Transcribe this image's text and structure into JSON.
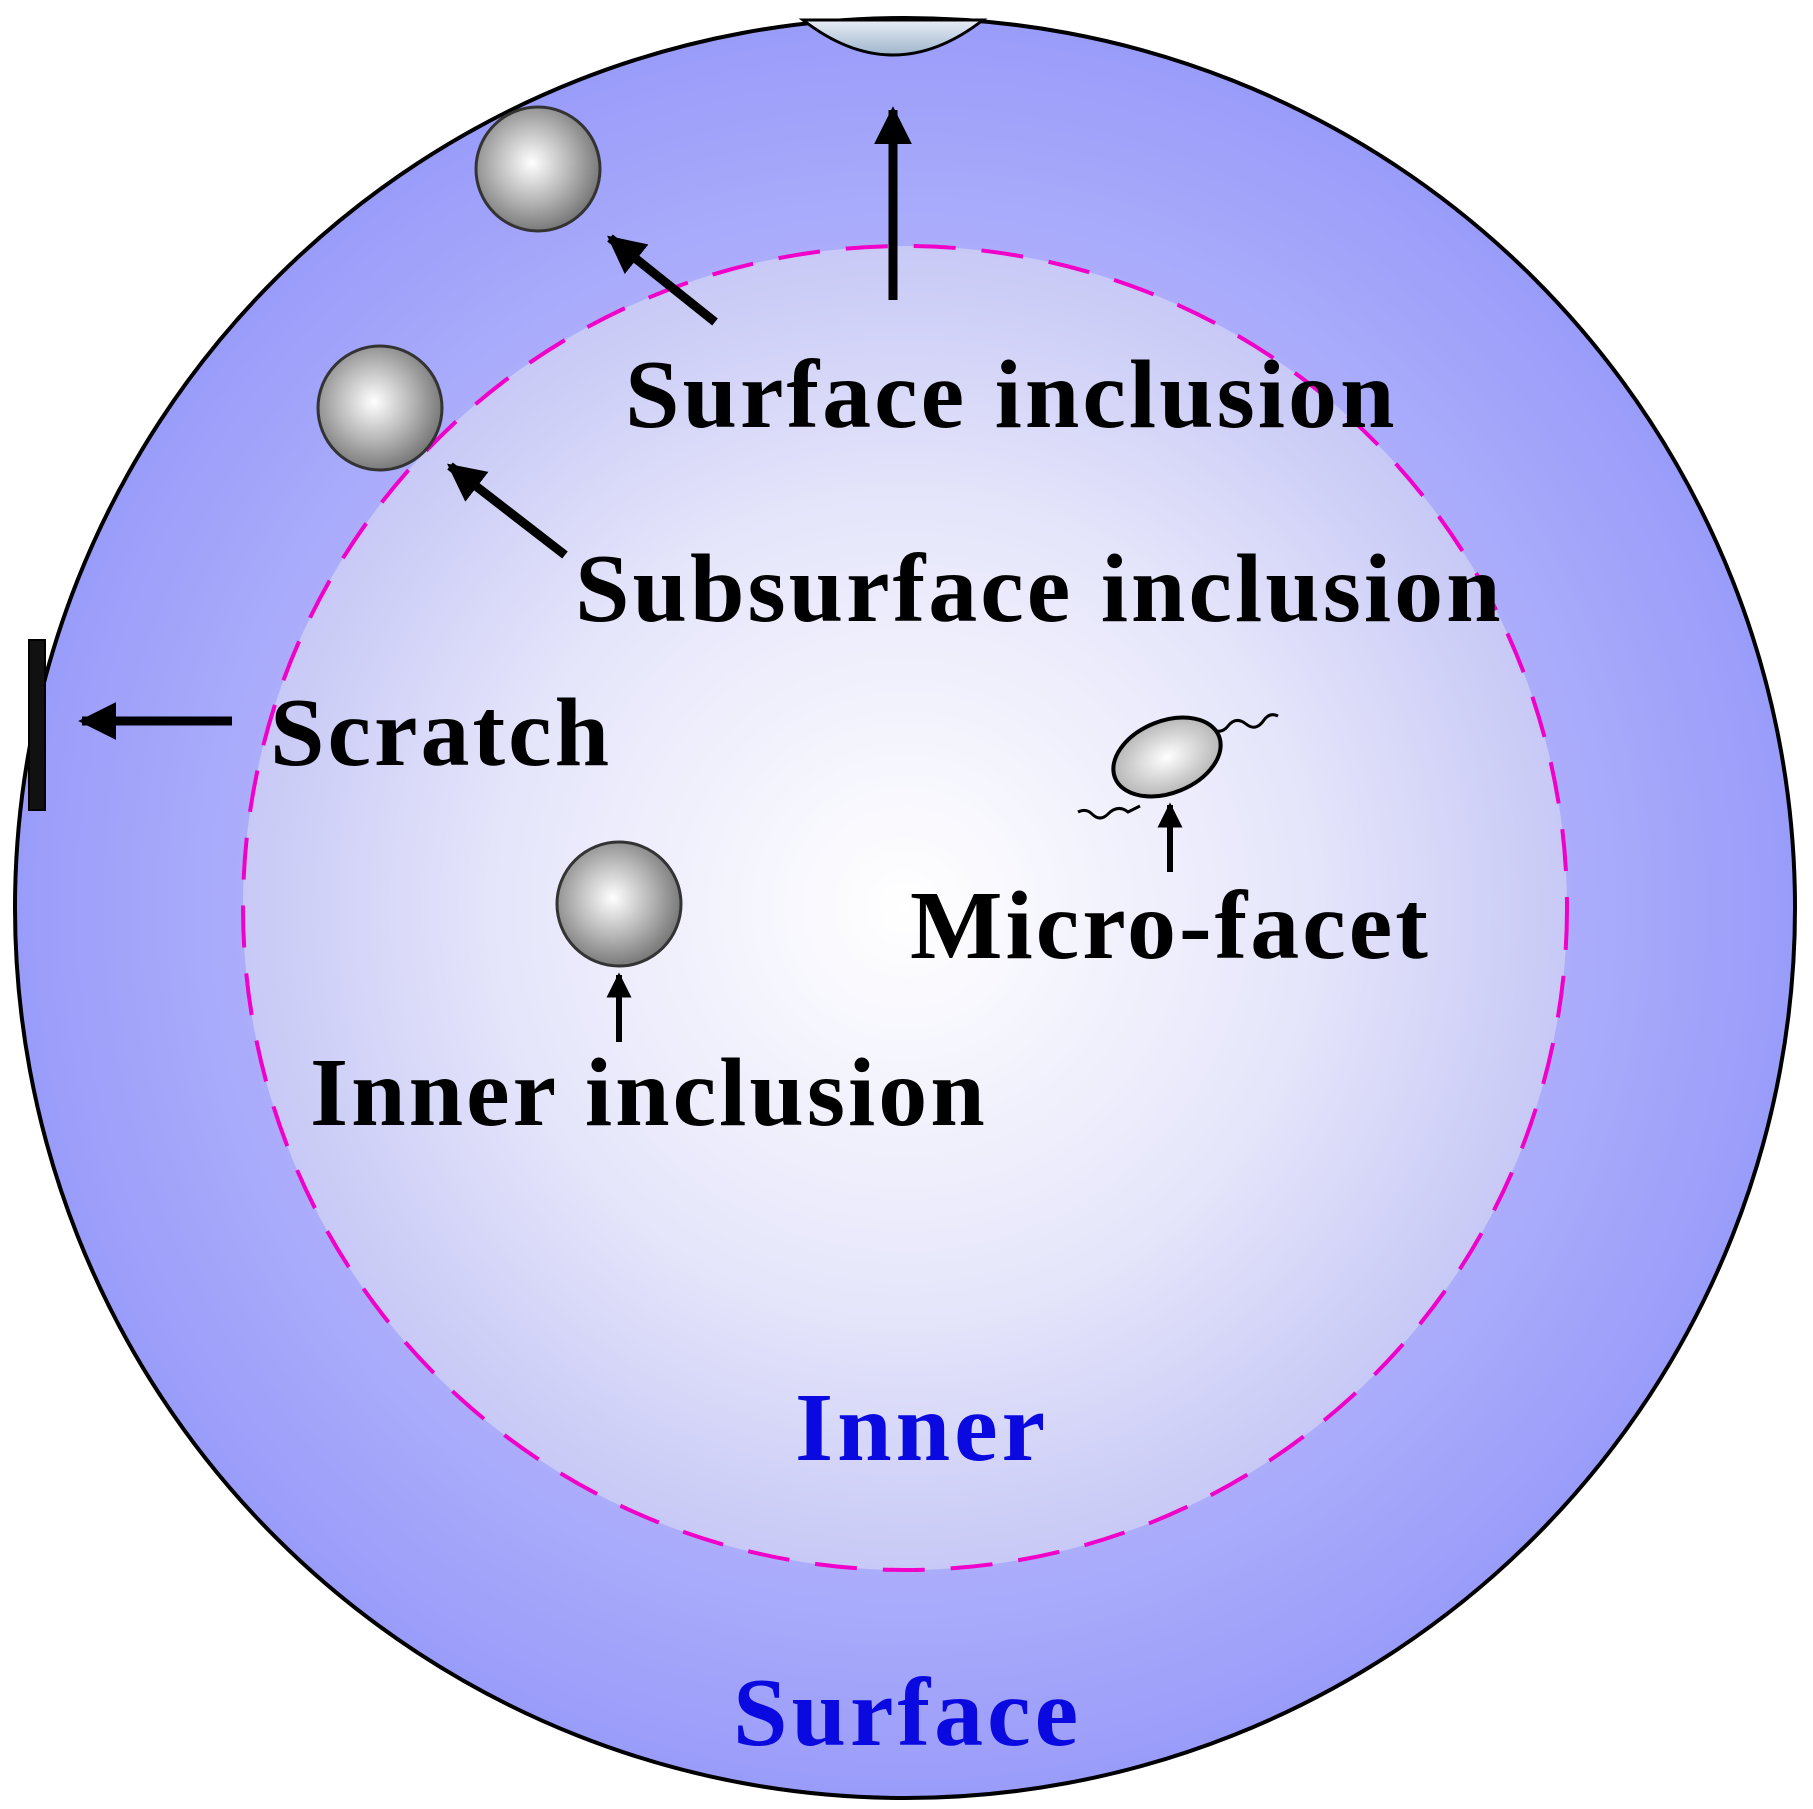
{
  "labels": {
    "surface_inclusion": "Surface inclusion",
    "subsurface_inclusion": "Subsurface inclusion",
    "scratch": "Scratch",
    "micro_facet": "Micro-facet",
    "inner_inclusion": "Inner inclusion",
    "inner_region": "Inner",
    "surface_region": "Surface"
  },
  "colors": {
    "surface_fill": "#9a9cfa",
    "inner_center": "#ffffff",
    "inner_edge": "#c8c9f6",
    "boundary_dash": "#f000c8",
    "region_label": "#0a0ae0",
    "annotation": "#000000"
  },
  "icons": {
    "inclusion": "grey-sphere",
    "pointer": "arrow",
    "scratch": "black-bar",
    "micro_facet": "ellipse-with-crack"
  }
}
